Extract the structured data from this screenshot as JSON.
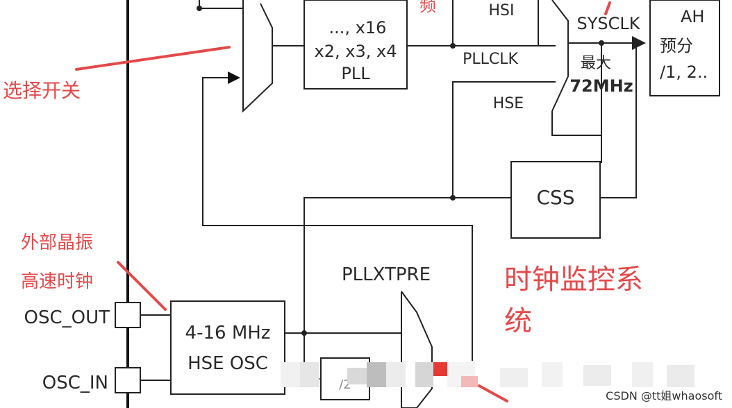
{
  "diagram": {
    "blocks": {
      "pll": {
        "line1": "..., x16",
        "line2": "x2, x3, x4",
        "line3": "PLL"
      },
      "css": "CSS",
      "hse_osc": {
        "line1": "4-16 MHz",
        "line2": "HSE OSC"
      },
      "pllxtpre": "PLLXTPRE",
      "ahb": {
        "line1": "AH",
        "line2": "预分",
        "line3": "/1, 2.."
      },
      "div2": "/2"
    },
    "signals": {
      "hsi": "HSI",
      "pllclk": "PLLCLK",
      "hse": "HSE",
      "sysclk": "SYSCLK",
      "max_line1": "最大",
      "max_line2": "72MHz"
    },
    "pins": {
      "osc_out": "OSC_OUT",
      "osc_in": "OSC_IN"
    },
    "annotations": {
      "select_switch": "选择开关",
      "ext_line1": "外部晶振",
      "ext_line2": "高速时钟",
      "monitor_line1": "时钟监控系",
      "monitor_line2": "统",
      "top_partial": "频"
    },
    "colors": {
      "annotation_red": "#e34a4a",
      "line": "#222222"
    }
  },
  "watermark": "CSDN @tt姐whaosoft"
}
